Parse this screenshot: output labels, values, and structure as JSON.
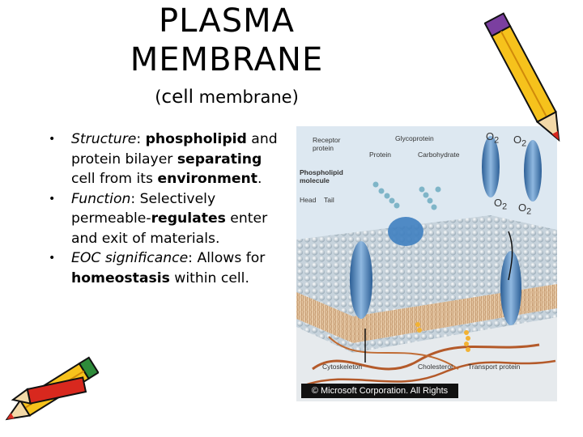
{
  "title": {
    "line1": "PLASMA",
    "line2": "MEMBRANE",
    "subtitle_cell": "cell",
    "subtitle_rest": " membrane)",
    "subtitle_open": "("
  },
  "bullets": [
    {
      "term": "Structure",
      "sep": ": ",
      "t1": "phospholipid",
      "t2": " and protein bilayer ",
      "t3": "separating",
      "t4": " cell from its ",
      "t5": "environment",
      "t6": "."
    },
    {
      "term": "Function",
      "sep": ": ",
      "t1": "Selectively permeable-",
      "t2": "regulates",
      "t3": " enter and exit of materials."
    },
    {
      "term": "EOC significance",
      "sep": ": ",
      "t1": "Allows for ",
      "t2": "homeostasis",
      "t3": " within cell."
    }
  ],
  "figure": {
    "labels": {
      "receptor": "Receptor protein",
      "glycoprotein": "Glycoprotein",
      "protein": "Protein",
      "carbohydrate": "Carbohydrate",
      "phospholipid": "Phospholipid molecule",
      "head": "Head",
      "tail": "Tail",
      "cytoskeleton": "Cytoskeleton",
      "cholesterol": "Cholesterol",
      "transport": "Transport protein",
      "o2": "O",
      "o2sub": "2"
    },
    "copyright": "© Microsoft Corporation. All Rights Reserved."
  },
  "colors": {
    "pencil_yellow": "#f6c21c",
    "pencil_red": "#d8281e",
    "pencil_purple": "#7b3fa0",
    "membrane_blue": "#3f7fc0"
  },
  "icons": {
    "top_right": "pencil-icon",
    "bottom_left": "pencil-icon"
  }
}
